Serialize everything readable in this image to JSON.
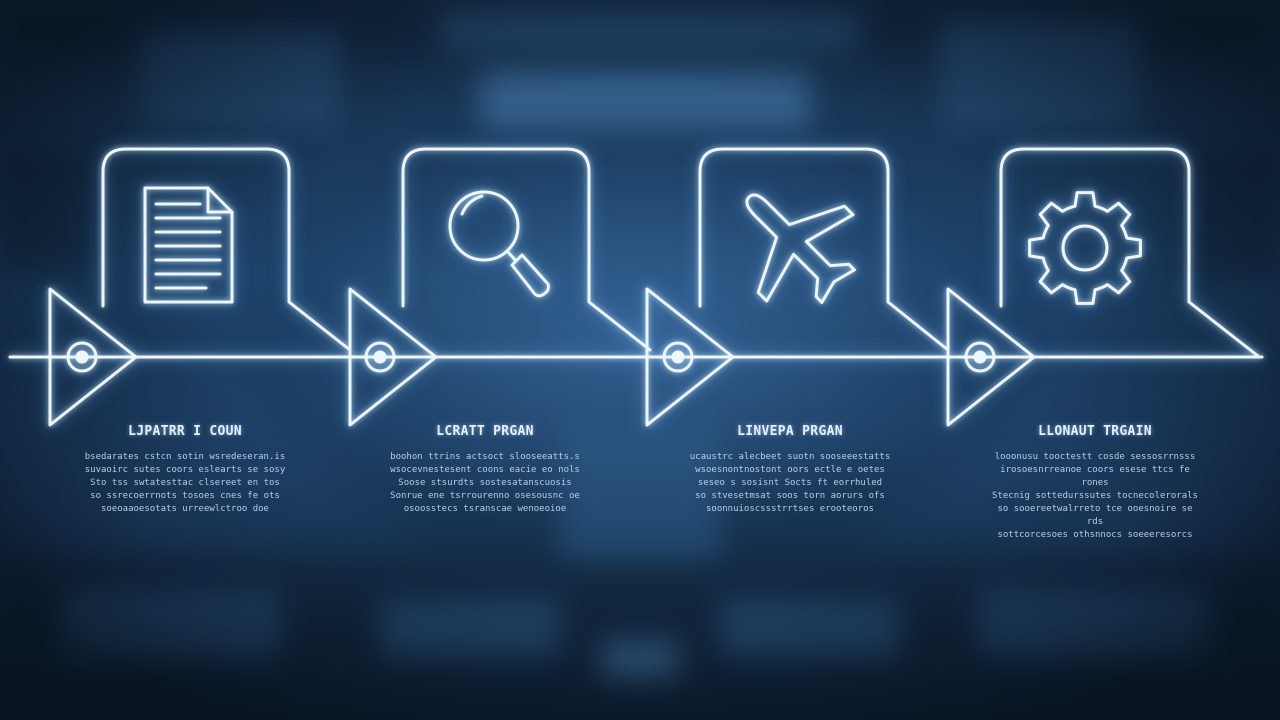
{
  "steps": [
    {
      "icon": "document-icon",
      "title": "LJPATRR I COUN",
      "body": "bsedarates  cstcn  sotin  wsredeseran.is\nsuvaoirc sutes coors eslearts  se sosy\nSto tss  swtatesttac clsereet en tos\nso  ssrecoerrnots tosoes cnes fe ots\nsoeoaaoesotats urreewlctroo doe"
    },
    {
      "icon": "magnifier-icon",
      "title": "LCRATT PRGAN",
      "body": "boohon ttrins  actsoct  slooseeatts.s\nwsocevnestesent coons eacie eo nols\nSoose  stsurdts   sostesatanscuosis\nSonrue ene tsrrourenno osesousnc oe\nosoosstecs tsranscae  wenoeoioe"
    },
    {
      "icon": "airplane-icon",
      "title": "LINVEPA PRGAN",
      "body": "ucaustrc  alecbeet  suotn  sooseeestatts\nwsoesnontnostont oors ectle   e oetes\nseseo  s  sosisnt  Socts ft  eorrhuled\nso  stvesetmsat soos torn  aorurs ofs\nsoonnuioscssstrrtses   erooteoros"
    },
    {
      "icon": "gear-icon",
      "title": "LLONAUT TRGAIN",
      "body": "looonusu  tooctestt  cosde  sessosrrnsss\nirosoesnrreanoe  coors esese ttcs fe  rones\nStecnig   sottedurssutes   tocnecolerorals\nso  sooereetwalrreto  tce ooesnoire se rds\nsottcorcesoes  othsnnocs  soeeeresorcs"
    }
  ]
}
